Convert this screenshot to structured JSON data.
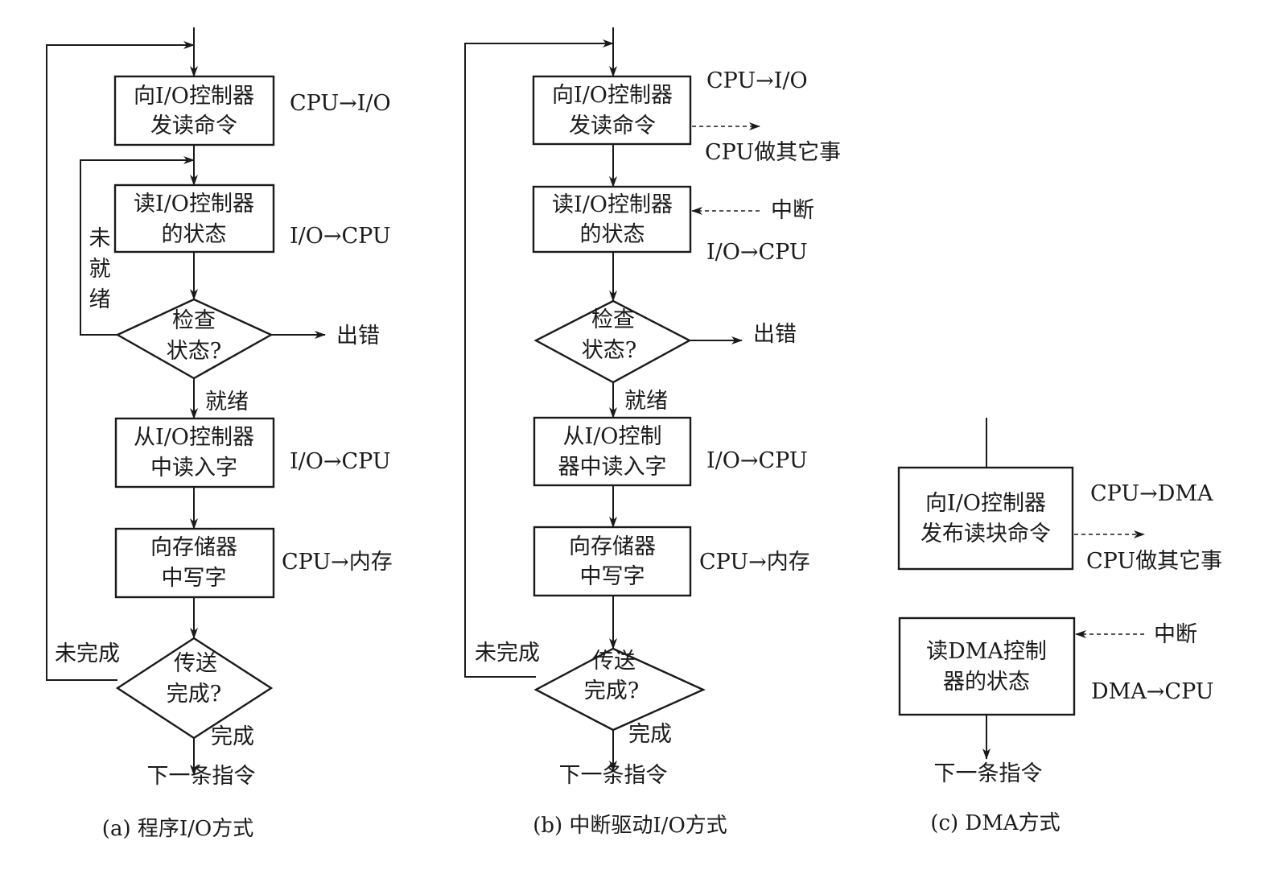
{
  "figure": {
    "panels": [
      {
        "id": "a",
        "caption": "(a) 程序I/O方式",
        "steps": [
          {
            "kind": "box",
            "lines": [
              "向I/O控制器",
              "发读命令"
            ],
            "note": "CPU→I/O"
          },
          {
            "kind": "box",
            "lines": [
              "读I/O控制器",
              "的状态"
            ],
            "note": "I/O→CPU"
          },
          {
            "kind": "decision",
            "lines": [
              "检查",
              "状态?"
            ],
            "right_label": "出错",
            "down_label": "就绪",
            "loop_label": "未就绪"
          },
          {
            "kind": "box",
            "lines": [
              "从I/O控制器",
              "中读入字"
            ],
            "note": "I/O→CPU"
          },
          {
            "kind": "box",
            "lines": [
              "向存储器",
              "中写字"
            ],
            "note": "CPU→内存"
          },
          {
            "kind": "decision",
            "lines": [
              "传送",
              "完成?"
            ],
            "down_label": "完成",
            "loop_label": "未完成"
          }
        ],
        "end": "下一条指令"
      },
      {
        "id": "b",
        "caption": "(b) 中断驱动I/O方式",
        "steps": [
          {
            "kind": "box",
            "lines": [
              "向I/O控制器",
              "发读命令"
            ],
            "note": "CPU→I/O",
            "side_out": "CPU做其它事"
          },
          {
            "kind": "box",
            "lines": [
              "读I/O控制器",
              "的状态"
            ],
            "note": "I/O→CPU",
            "side_in": "中断"
          },
          {
            "kind": "decision",
            "lines": [
              "检查",
              "状态?"
            ],
            "right_label": "出错",
            "down_label": "就绪"
          },
          {
            "kind": "box",
            "lines": [
              "从I/O控制",
              "器中读入字"
            ],
            "note": "I/O→CPU"
          },
          {
            "kind": "box",
            "lines": [
              "向存储器",
              "中写字"
            ],
            "note": "CPU→内存"
          },
          {
            "kind": "decision",
            "lines": [
              "传送",
              "完成?"
            ],
            "down_label": "完成",
            "loop_label": "未完成"
          }
        ],
        "end": "下一条指令"
      },
      {
        "id": "c",
        "caption": "(c) DMA方式",
        "steps": [
          {
            "kind": "box",
            "lines": [
              "向I/O控制器",
              "发布读块命令"
            ],
            "note": "CPU→DMA",
            "side_out": "CPU做其它事"
          },
          {
            "kind": "box",
            "lines": [
              "读DMA控制",
              "器的状态"
            ],
            "note": "DMA→CPU",
            "side_in": "中断"
          }
        ],
        "end": "下一条指令"
      }
    ]
  }
}
